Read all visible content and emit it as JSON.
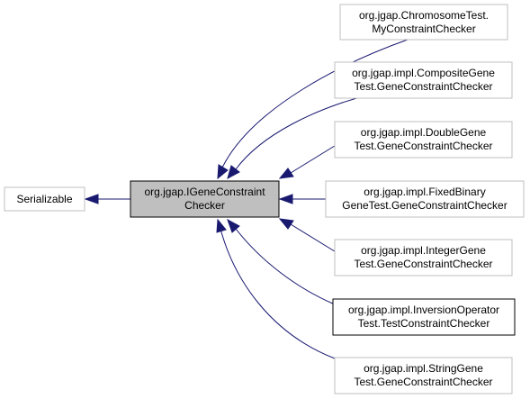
{
  "colors": {
    "edge": "#191970",
    "node_border_gray": "#bfbfbf",
    "node_border_black": "#000000",
    "node_fill": "#ffffff",
    "focus_fill": "#bfbfbf"
  },
  "serializable": {
    "line1": "Serializable"
  },
  "focus": {
    "line1": "org.jgap.IGeneConstraint",
    "line2": "Checker"
  },
  "classes": [
    {
      "line1": "org.jgap.ChromosomeTest.",
      "line2": "MyConstraintChecker"
    },
    {
      "line1": "org.jgap.impl.CompositeGene",
      "line2": "Test.GeneConstraintChecker"
    },
    {
      "line1": "org.jgap.impl.DoubleGene",
      "line2": "Test.GeneConstraintChecker"
    },
    {
      "line1": "org.jgap.impl.FixedBinary",
      "line2": "GeneTest.GeneConstraintChecker"
    },
    {
      "line1": "org.jgap.impl.IntegerGene",
      "line2": "Test.GeneConstraintChecker"
    },
    {
      "line1": "org.jgap.impl.InversionOperator",
      "line2": "Test.TestConstraintChecker"
    },
    {
      "line1": "org.jgap.impl.StringGene",
      "line2": "Test.GeneConstraintChecker"
    }
  ]
}
